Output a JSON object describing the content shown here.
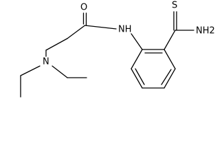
{
  "molecule": {
    "atoms": {
      "carbonyl_oxygen": "O",
      "amide_nitrogen": "NH",
      "thione_sulfur": "S",
      "thioamide_nitrogen": "NH2",
      "amine_nitrogen": "N"
    }
  },
  "colors": {
    "bond": "#000000",
    "label": "#000000",
    "background": "#ffffff"
  }
}
